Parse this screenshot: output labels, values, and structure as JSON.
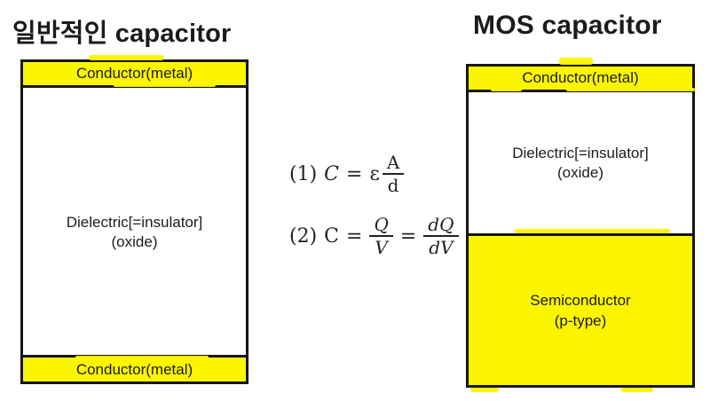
{
  "left_panel": {
    "title": "일반적인 capacitor",
    "top_conductor": "Conductor(metal)",
    "dielectric_line1": "Dielectric[=insulator]",
    "dielectric_line2": "(oxide)",
    "bottom_conductor": "Conductor(metal)"
  },
  "right_panel": {
    "title": "MOS capacitor",
    "top_conductor": "Conductor(metal)",
    "dielectric_line1": "Dielectric[=insulator]",
    "dielectric_line2": "(oxide)",
    "semiconductor_line1": "Semiconductor",
    "semiconductor_line2": "(p-type)"
  },
  "equations": {
    "eq1": {
      "index": "(1)",
      "var": "C",
      "eq": "=",
      "coef": "ε",
      "num": "A",
      "den": "d"
    },
    "eq2": {
      "index": "(2)",
      "var": "C",
      "eq1": "=",
      "num1": "Q",
      "den1": "V",
      "eq2": "=",
      "num2": "dQ",
      "den2": "dV"
    }
  },
  "colors": {
    "highlight_yellow": "#FCF500",
    "border_black": "#161616",
    "text_ink": "#1B1B1B"
  }
}
